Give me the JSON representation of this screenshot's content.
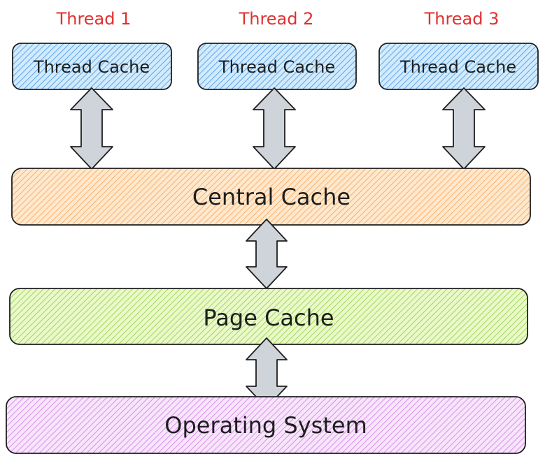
{
  "threads": [
    {
      "title": "Thread 1",
      "cache_label": "Thread Cache"
    },
    {
      "title": "Thread 2",
      "cache_label": "Thread Cache"
    },
    {
      "title": "Thread 3",
      "cache_label": "Thread Cache"
    }
  ],
  "layers": {
    "central": "Central Cache",
    "page": "Page Cache",
    "os": "Operating System"
  },
  "colors": {
    "thread_box": "#a5d8ff",
    "thread_hatch": "#4a90d9",
    "central_box": "#ffd8a8",
    "central_hatch": "#f08c00",
    "page_box": "#d8f5a2",
    "page_hatch": "#74b816",
    "os_box": "#eebefa",
    "os_hatch": "#ae3ec9",
    "arrow_fill": "#ced4da",
    "stroke": "#1e1e1e",
    "thread_title": "#e03131"
  }
}
